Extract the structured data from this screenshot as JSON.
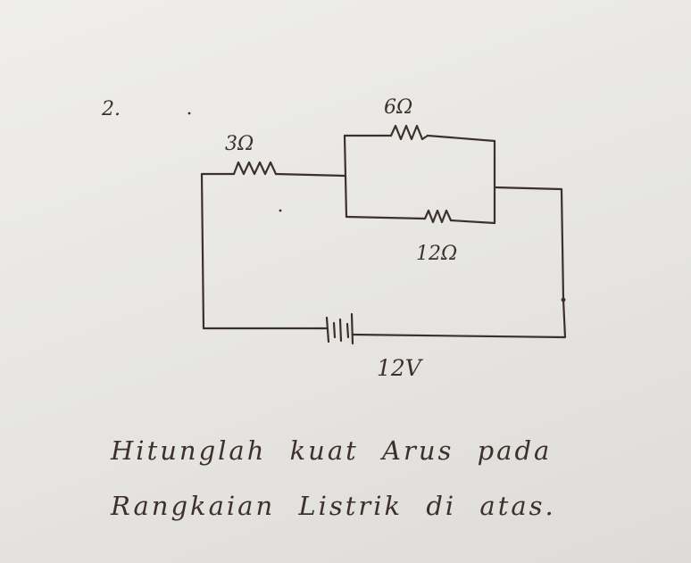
{
  "problem": {
    "number": "2.",
    "labels": {
      "r1": "3Ω",
      "r2": "6Ω",
      "r3": "12Ω",
      "source": "12V"
    },
    "question_lines": [
      "Hitunglah kuat Arus pada",
      "Rangkaian Listrik di atas."
    ]
  }
}
